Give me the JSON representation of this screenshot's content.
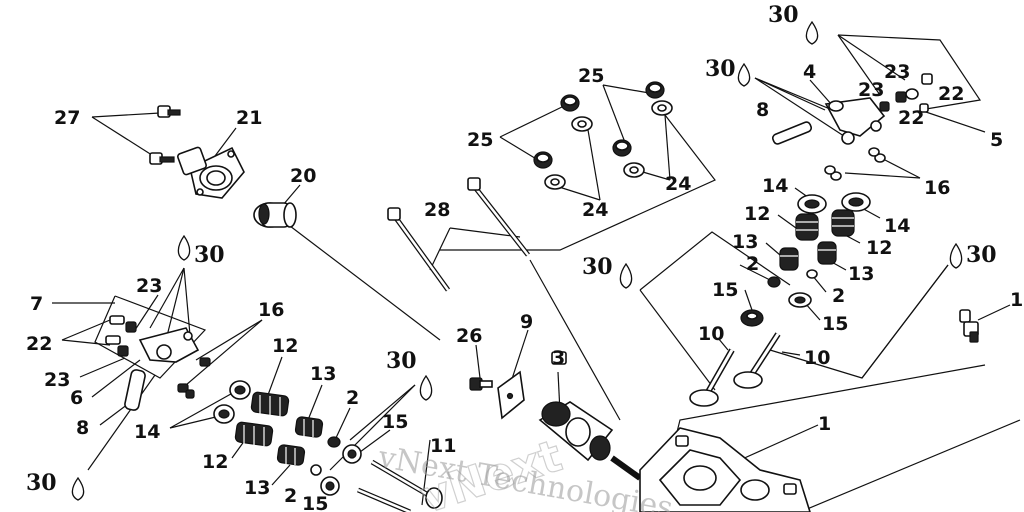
{
  "labels": [
    {
      "id": "l27",
      "text": "27"
    },
    {
      "id": "l21",
      "text": "21"
    },
    {
      "id": "l20",
      "text": "20"
    },
    {
      "id": "l28",
      "text": "28"
    },
    {
      "id": "l25a",
      "text": "25"
    },
    {
      "id": "l25b",
      "text": "25"
    },
    {
      "id": "l24a",
      "text": "24"
    },
    {
      "id": "l24b",
      "text": "24"
    },
    {
      "id": "l30a",
      "text": "30"
    },
    {
      "id": "l30b",
      "text": "30"
    },
    {
      "id": "l4",
      "text": "4"
    },
    {
      "id": "l8a",
      "text": "8"
    },
    {
      "id": "l23a",
      "text": "23"
    },
    {
      "id": "l23b",
      "text": "23"
    },
    {
      "id": "l22a",
      "text": "22"
    },
    {
      "id": "l22b",
      "text": "22"
    },
    {
      "id": "l5",
      "text": "5"
    },
    {
      "id": "l16a",
      "text": "16"
    },
    {
      "id": "l14a",
      "text": "14"
    },
    {
      "id": "l14b",
      "text": "14"
    },
    {
      "id": "l12a",
      "text": "12"
    },
    {
      "id": "l12b",
      "text": "12"
    },
    {
      "id": "l13a",
      "text": "13"
    },
    {
      "id": "l13b",
      "text": "13"
    },
    {
      "id": "l2a",
      "text": "2"
    },
    {
      "id": "l2b",
      "text": "2"
    },
    {
      "id": "l15a",
      "text": "15"
    },
    {
      "id": "l15b",
      "text": "15"
    },
    {
      "id": "l30c",
      "text": "30"
    },
    {
      "id": "l30d",
      "text": "30"
    },
    {
      "id": "l10a",
      "text": "10"
    },
    {
      "id": "l10b",
      "text": "10"
    },
    {
      "id": "l17",
      "text": "1"
    },
    {
      "id": "l30e",
      "text": "30"
    },
    {
      "id": "l23c",
      "text": "23"
    },
    {
      "id": "l7",
      "text": "7"
    },
    {
      "id": "l22c",
      "text": "22"
    },
    {
      "id": "l23d",
      "text": "23"
    },
    {
      "id": "l6",
      "text": "6"
    },
    {
      "id": "l8b",
      "text": "8"
    },
    {
      "id": "l16b",
      "text": "16"
    },
    {
      "id": "l12c",
      "text": "12"
    },
    {
      "id": "l13c",
      "text": "13"
    },
    {
      "id": "l14c",
      "text": "14"
    },
    {
      "id": "l12d",
      "text": "12"
    },
    {
      "id": "l13d",
      "text": "13"
    },
    {
      "id": "l2c",
      "text": "2"
    },
    {
      "id": "l2d",
      "text": "2"
    },
    {
      "id": "l15c",
      "text": "15"
    },
    {
      "id": "l15d",
      "text": "15"
    },
    {
      "id": "l30f",
      "text": "30"
    },
    {
      "id": "l30g",
      "text": "30"
    },
    {
      "id": "l26",
      "text": "26"
    },
    {
      "id": "l9",
      "text": "9"
    },
    {
      "id": "l3",
      "text": "3"
    },
    {
      "id": "l1",
      "text": "1"
    },
    {
      "id": "l11",
      "text": "11"
    }
  ],
  "watermark": {
    "line1": "vNext",
    "line2": "vNext Technologies"
  }
}
